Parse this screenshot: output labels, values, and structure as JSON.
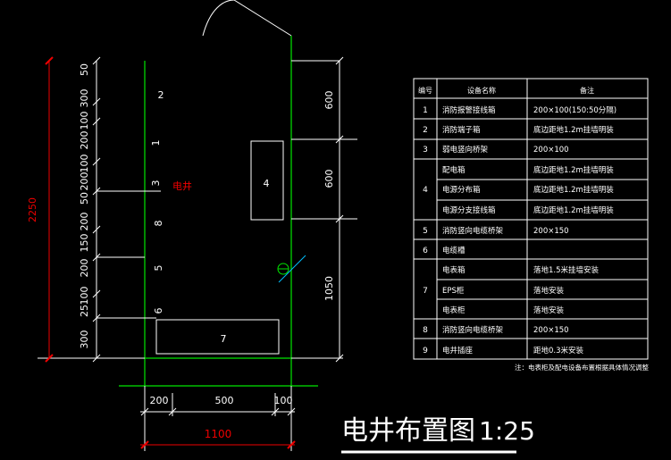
{
  "drawing": {
    "title_main": "电井布置图",
    "title_scale": "1:25",
    "room_label": "电井",
    "left_dims": [
      "50",
      "300",
      "100",
      "200",
      "100",
      "200",
      "50",
      "200",
      "150",
      "200",
      "100",
      "25",
      "300"
    ],
    "left_total": "2250",
    "right_dims": [
      "600",
      "600",
      "1050"
    ],
    "bottom_dims": [
      "200",
      "500",
      "100"
    ],
    "bottom_total": "1100",
    "equip_labels": [
      "2",
      "1",
      "3",
      "8",
      "5",
      "6",
      "4",
      "7"
    ]
  },
  "table": {
    "headers": [
      "编号",
      "设备名称",
      "备注"
    ],
    "rows": [
      {
        "no": "1",
        "name": "消防报警接线箱",
        "note": "200×100(150:50分隔)"
      },
      {
        "no": "2",
        "name": "消防端子箱",
        "note": "底边距地1.2m挂墙明装"
      },
      {
        "no": "3",
        "name": "弱电竖向桥架",
        "note": "200×100"
      },
      {
        "no": "4",
        "name": "配电箱",
        "note": "底边距地1.2m挂墙明装"
      },
      {
        "no": "",
        "name": "电源分布箱",
        "note": "底边距地1.2m挂墙明装"
      },
      {
        "no": "",
        "name": "电源分支接线箱",
        "note": "底边距地1.2m挂墙明装"
      },
      {
        "no": "5",
        "name": "消防竖向电缆桥架",
        "note": "200×150"
      },
      {
        "no": "6",
        "name": "电缆槽",
        "note": ""
      },
      {
        "no": "7",
        "name": "电表箱",
        "note": "落地1.5米挂墙安装"
      },
      {
        "no": "",
        "name": "EPS柜",
        "note": "落地安装"
      },
      {
        "no": "",
        "name": "电表柜",
        "note": "落地安装"
      },
      {
        "no": "8",
        "name": "消防竖向电缆桥架",
        "note": "200×150"
      },
      {
        "no": "9",
        "name": "电井插座",
        "note": "距地0.3米安装"
      }
    ],
    "footnote": "注：电表柜及配电设备布置根据具体情况调整"
  }
}
